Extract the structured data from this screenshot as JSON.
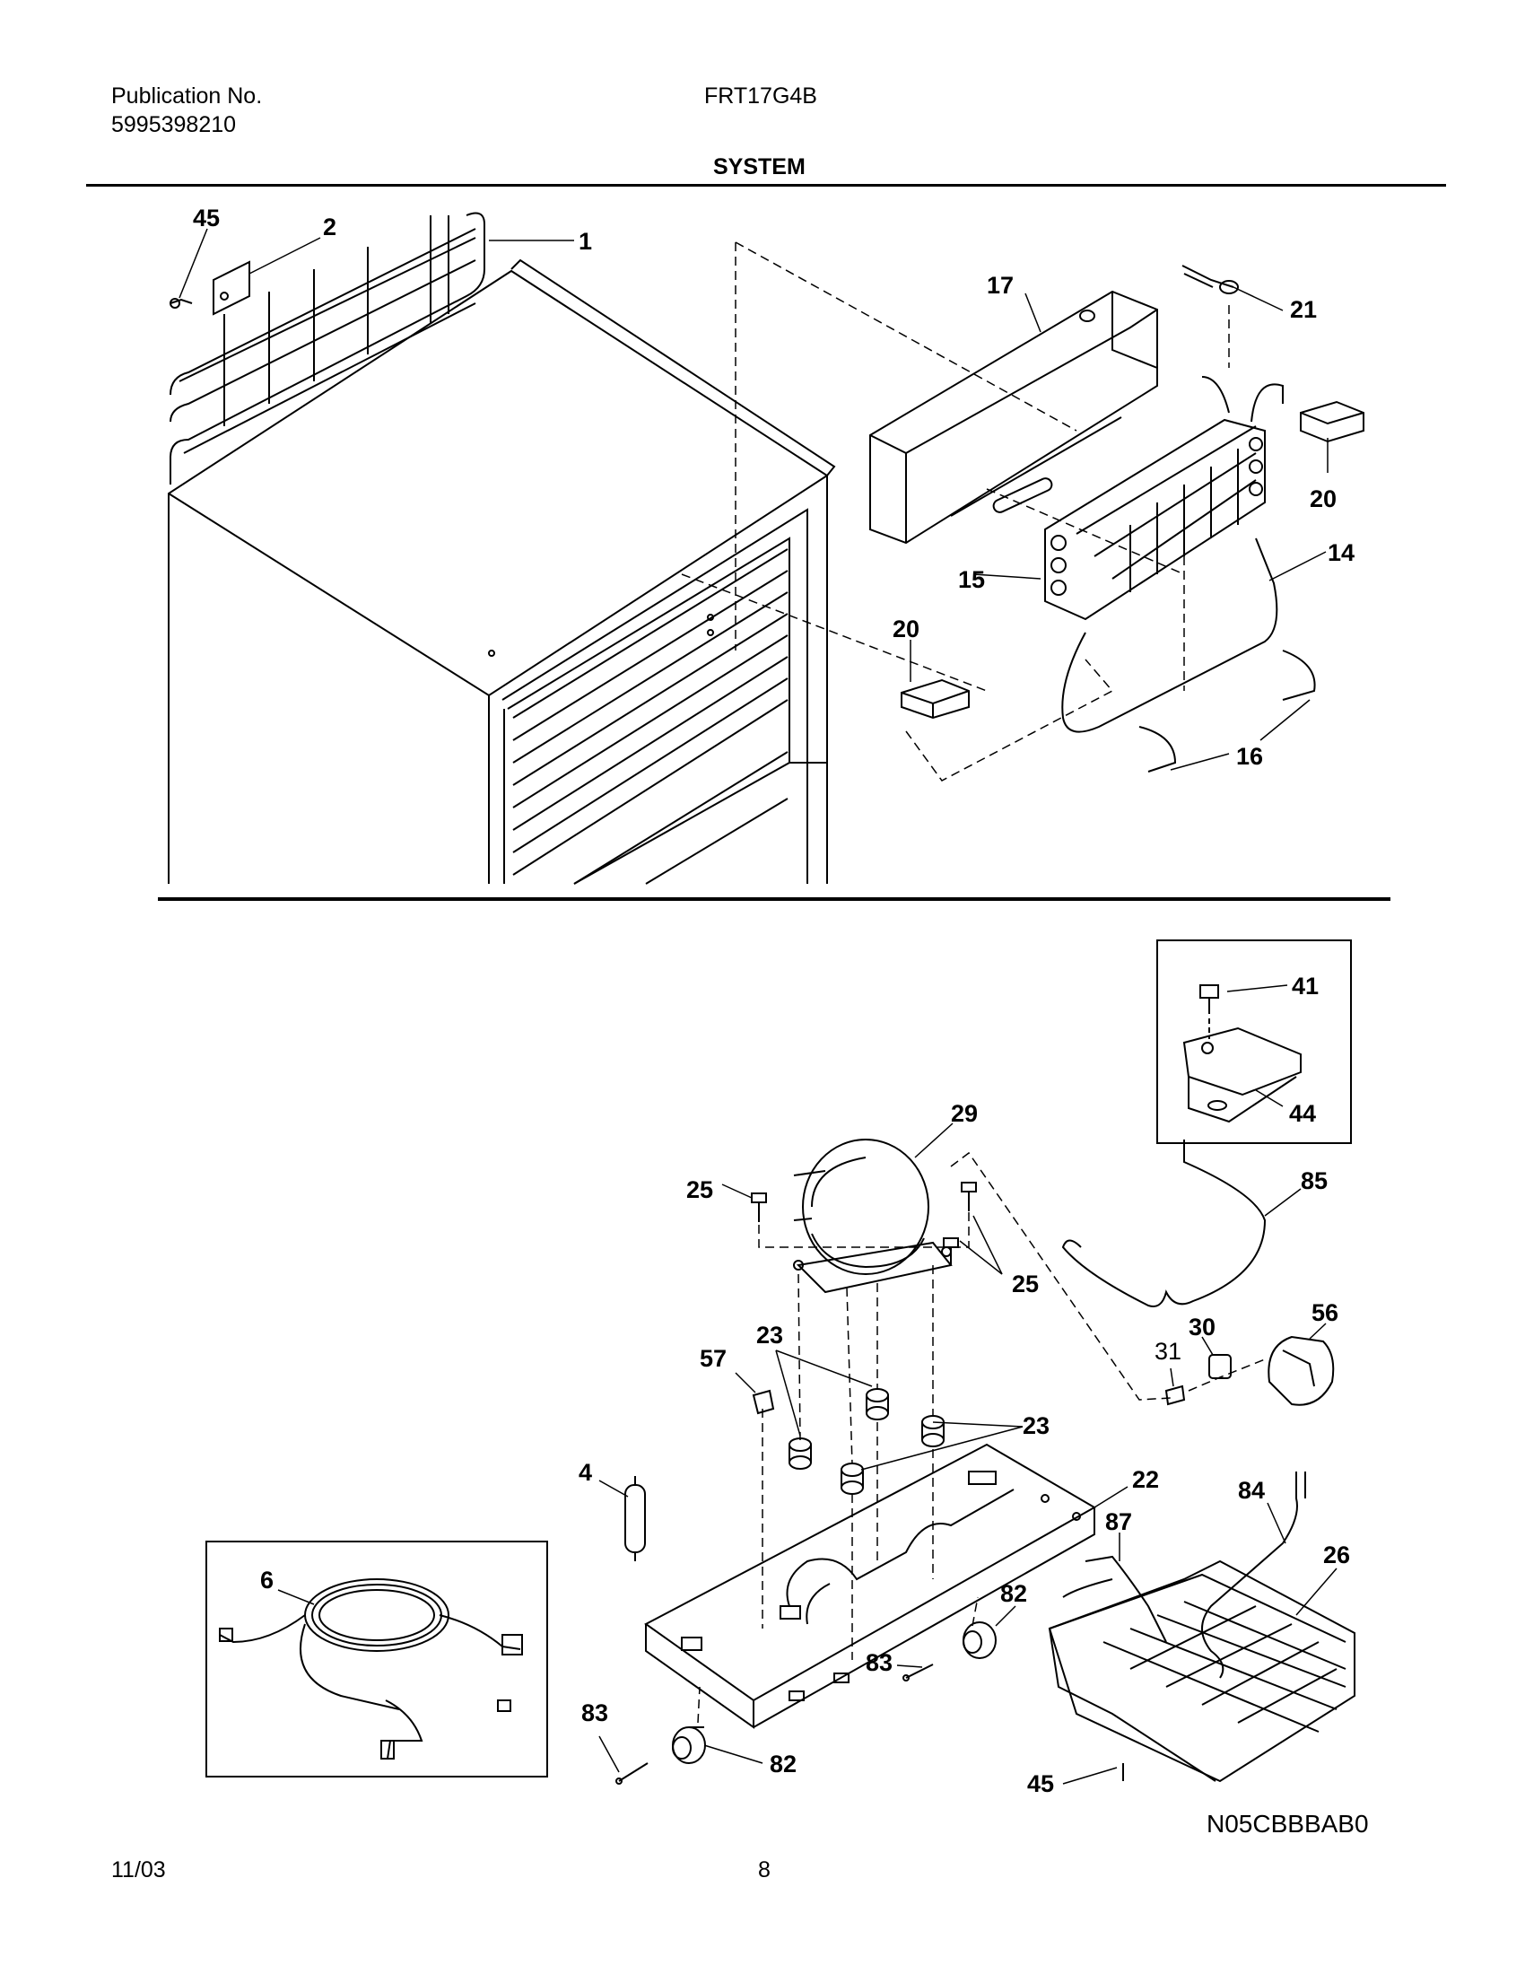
{
  "header": {
    "publication_label": "Publication No.",
    "publication_number": "5995398210",
    "model": "FRT17G4B",
    "section_title": "SYSTEM"
  },
  "footer": {
    "date": "11/03",
    "page_number": "8"
  },
  "diagram": {
    "code": "N05CBBBAB0",
    "callouts": {
      "c45a": "45",
      "c2": "2",
      "c1": "1",
      "c17": "17",
      "c21": "21",
      "c20a": "20",
      "c14": "14",
      "c15": "15",
      "c20b": "20",
      "c16": "16",
      "c41": "41",
      "c44": "44",
      "c29": "29",
      "c85": "85",
      "c25a": "25",
      "c25b": "25",
      "c56": "56",
      "c30": "30",
      "c31": "31",
      "c57": "57",
      "c23a": "23",
      "c23b": "23",
      "c4": "4",
      "c22": "22",
      "c84": "84",
      "c26": "26",
      "c87": "87",
      "c6": "6",
      "c82a": "82",
      "c83a": "83",
      "c83b": "83",
      "c82b": "82",
      "c45b": "45"
    }
  }
}
